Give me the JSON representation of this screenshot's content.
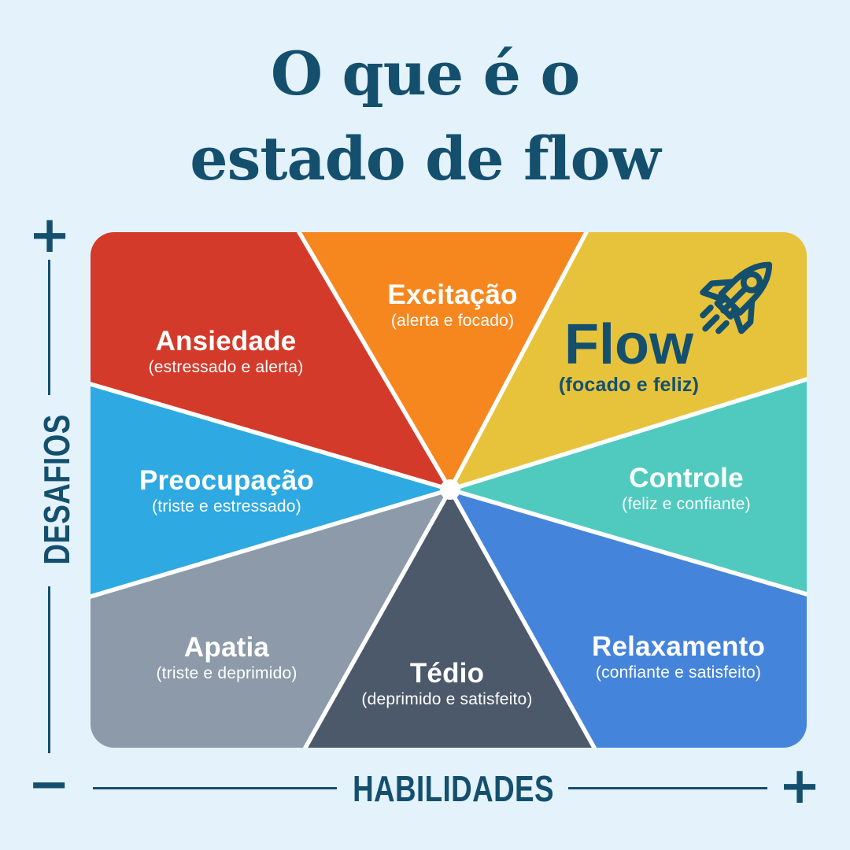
{
  "page": {
    "background": "#E4F2FB",
    "accent_navy": "#14506E"
  },
  "title": {
    "line1": "O que é o",
    "line2": "estado de flow"
  },
  "axes": {
    "y_label": "DESAFIOS",
    "x_label": "HABILIDADES",
    "top_plus": "+",
    "corner_minus": "−",
    "right_plus": "+"
  },
  "chart_data": {
    "type": "flow-state-octant-diagram",
    "x_axis": {
      "label": "HABILIDADES",
      "min_symbol": "−",
      "max_symbol": "+"
    },
    "y_axis": {
      "label": "DESAFIOS",
      "min_symbol": "−",
      "max_symbol": "+"
    },
    "center_hub": {
      "color": "#FFFFFF"
    },
    "segments": [
      {
        "label": "Ansiedade",
        "sublabel": "(estressado e alerta)",
        "color": "#D43A2A",
        "text_color": "#FFFFFF",
        "position": "high-challenge low-skill"
      },
      {
        "label": "Excitação",
        "sublabel": "(alerta e focado)",
        "color": "#F6871F",
        "text_color": "#FFFFFF",
        "position": "high-challenge mid-skill"
      },
      {
        "label": "Flow",
        "sublabel": "(focado e feliz)",
        "color": "#E7C33C",
        "text_color": "#14506E",
        "icon": "rocket-icon",
        "position": "high-challenge high-skill"
      },
      {
        "label": "Controle",
        "sublabel": "(feliz e confiante)",
        "color": "#50CABF",
        "text_color": "#FFFFFF",
        "position": "mid-challenge high-skill"
      },
      {
        "label": "Relaxamento",
        "sublabel": "(confiante e satisfeito)",
        "color": "#4584DB",
        "text_color": "#FFFFFF",
        "position": "low-challenge high-skill"
      },
      {
        "label": "Tédio",
        "sublabel": "(deprimido e satisfeito)",
        "color": "#4C596A",
        "text_color": "#FFFFFF",
        "position": "low-challenge mid-skill"
      },
      {
        "label": "Apatia",
        "sublabel": "(triste e deprimido)",
        "color": "#8C9AA9",
        "text_color": "#FFFFFF",
        "position": "low-challenge low-skill"
      },
      {
        "label": "Preocupação",
        "sublabel": "(triste e estressado)",
        "color": "#2EA9E2",
        "text_color": "#FFFFFF",
        "position": "mid-challenge low-skill"
      }
    ]
  }
}
